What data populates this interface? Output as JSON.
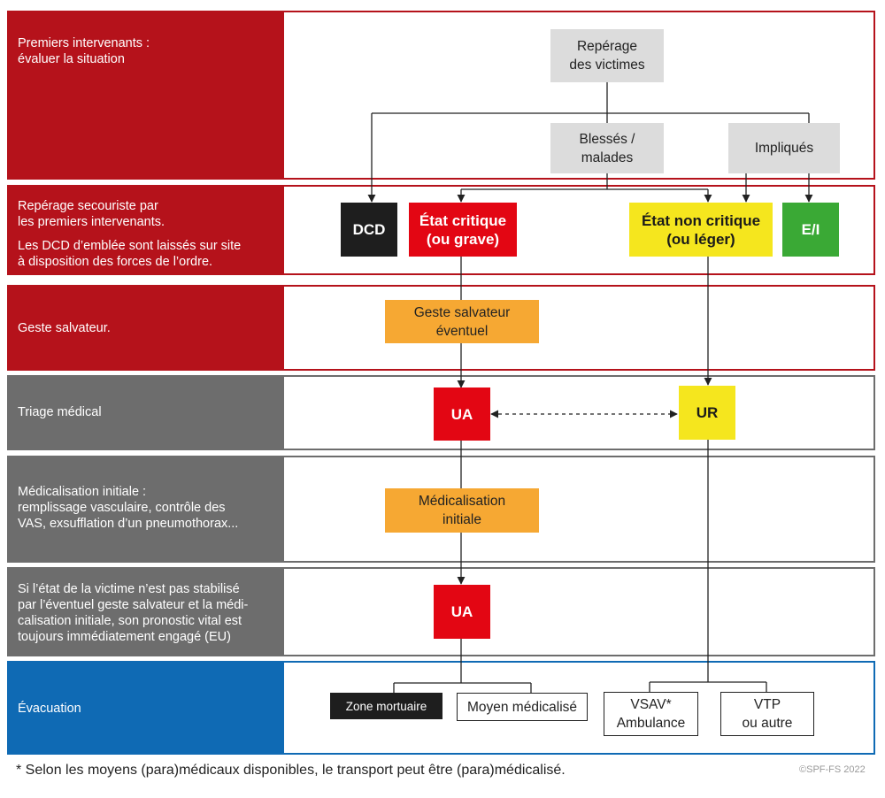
{
  "rows": [
    {
      "label": [
        "Premiers intervenants :",
        "évaluer la situation"
      ]
    },
    {
      "label": [
        "Repérage secouriste par",
        "les premiers intervenants.",
        "Les DCD d’emblée sont laissés sur site",
        "à disposition des forces de l’ordre."
      ]
    },
    {
      "label": [
        "Geste salvateur."
      ]
    },
    {
      "label": [
        "Triage médical"
      ]
    },
    {
      "label": [
        "Médicalisation initiale :",
        "remplissage vasculaire, contrôle des",
        "VAS, exsufflation d’un pneumothorax..."
      ]
    },
    {
      "label": [
        "Si l’état de la victime n’est pas stabilisé",
        "par l’éventuel geste salvateur et la médi-",
        "calisation initiale, son pronostic vital est",
        "toujours immédiatement engagé (EU)"
      ]
    },
    {
      "label": [
        "Évacuation"
      ]
    }
  ],
  "nodes": {
    "reperage": [
      "Repérage",
      "des victimes"
    ],
    "blesses": [
      "Blessés /",
      "malades"
    ],
    "impliques": [
      "Impliqués"
    ],
    "dcd": [
      "DCD"
    ],
    "critique": [
      "État critique",
      "(ou grave)"
    ],
    "noncritique": [
      "État non critique",
      "(ou léger)"
    ],
    "ei": [
      "E/I"
    ],
    "geste": [
      "Geste salvateur",
      "éventuel"
    ],
    "ua1": [
      "UA"
    ],
    "ur": [
      "UR"
    ],
    "medicalisation": [
      "Médicalisation",
      "initiale"
    ],
    "ua2": [
      "UA"
    ],
    "zone": [
      "Zone mortuaire"
    ],
    "moyen": [
      "Moyen médicalisé"
    ],
    "vsav": [
      "VSAV*",
      "Ambulance"
    ],
    "vtp": [
      "VTP",
      "ou autre"
    ]
  },
  "colors": {
    "red_band": "#b5121b",
    "grey_band": "#6d6d6d",
    "blue_band": "#0f6ab4",
    "critical": "#e30613",
    "non_critical": "#f5e61e",
    "ei": "#3aa935",
    "action": "#f6a833"
  },
  "footnote": "* Selon les moyens (para)médicaux disponibles, le transport peut être (para)médicalisé.",
  "copyright": "©SPF-FS 2022"
}
